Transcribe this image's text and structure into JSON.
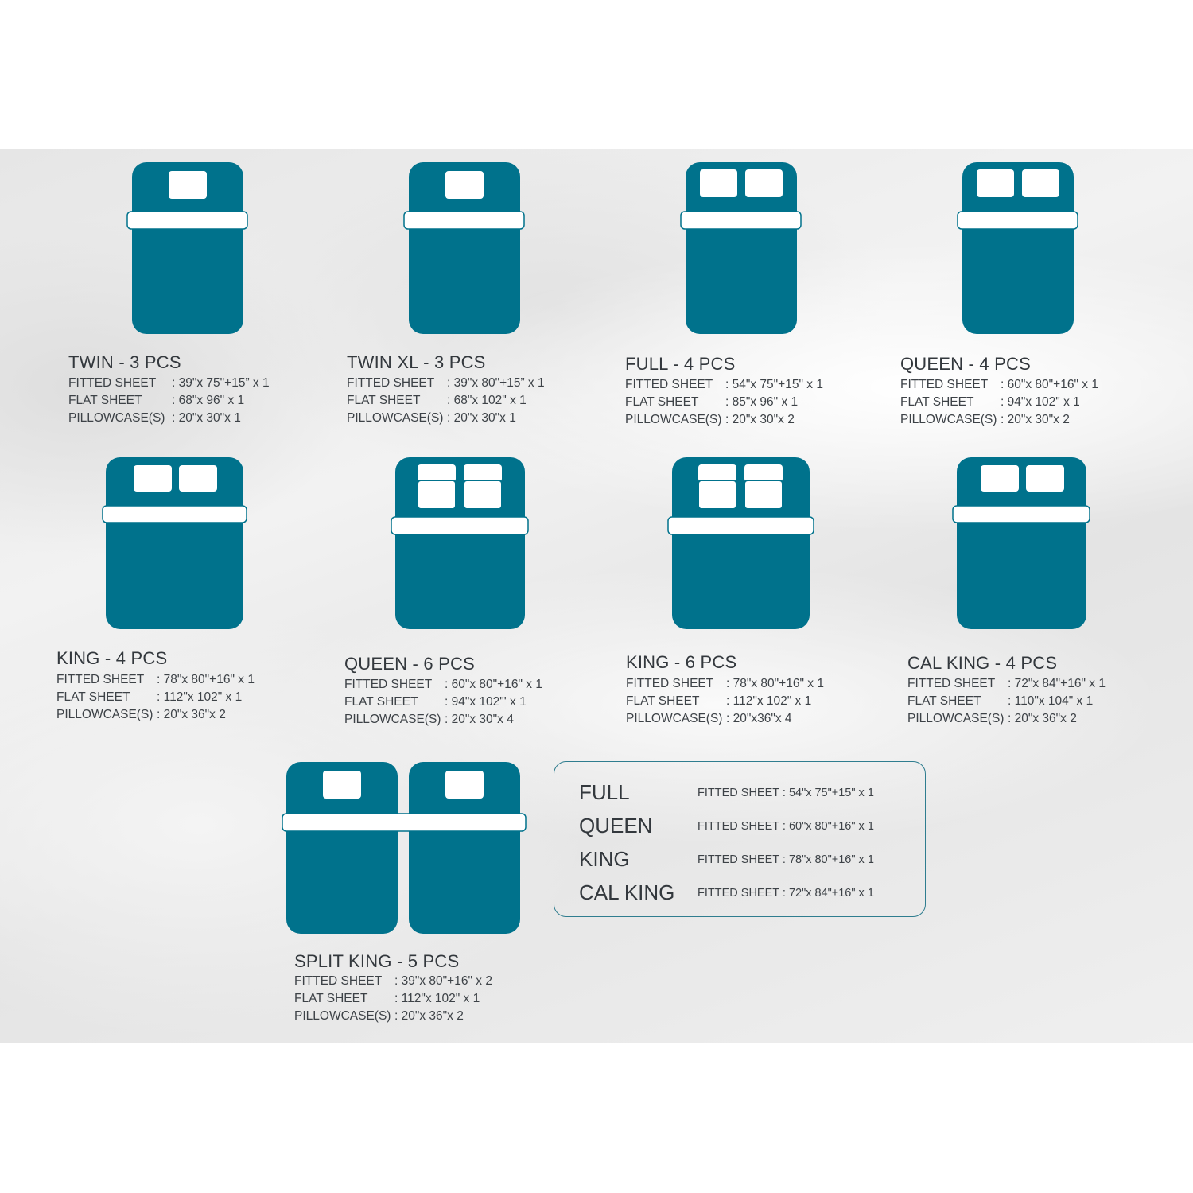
{
  "colors": {
    "bed": "#00728c",
    "accent": "#ffffff",
    "border": "#2f7d8f"
  },
  "sets": [
    {
      "id": "twin",
      "title": "TWIN - 3 PCS",
      "rows": [
        {
          "label": "FITTED SHEET",
          "value": ": 39\"x 75\"+15” x 1"
        },
        {
          "label": "FLAT SHEET",
          "value": ": 68\"x 96\" x 1"
        },
        {
          "label": "PILLOWCASE(S)",
          "value": ": 20\"x 30\"x 1"
        }
      ]
    },
    {
      "id": "twin-xl",
      "title": "TWIN XL - 3 PCS",
      "rows": [
        {
          "label": "FITTED SHEET",
          "value": ": 39\"x 80\"+15” x 1"
        },
        {
          "label": "FLAT SHEET",
          "value": ": 68\"x 102\" x 1"
        },
        {
          "label": "PILLOWCASE(S)",
          "value": ": 20\"x 30\"x 1"
        }
      ]
    },
    {
      "id": "full",
      "title": "FULL - 4 PCS",
      "rows": [
        {
          "label": "FITTED SHEET",
          "value": ": 54\"x 75\"+15\" x 1"
        },
        {
          "label": "FLAT SHEET",
          "value": ": 85\"x 96\" x 1"
        },
        {
          "label": "PILLOWCASE(S)",
          "value": ": 20\"x 30\"x 2"
        }
      ]
    },
    {
      "id": "queen",
      "title": "QUEEN - 4 PCS",
      "rows": [
        {
          "label": "FITTED SHEET",
          "value": ": 60\"x 80\"+16\" x 1"
        },
        {
          "label": "FLAT SHEET",
          "value": ": 94\"x 102\" x 1"
        },
        {
          "label": "PILLOWCASE(S)",
          "value": ": 20\"x 30\"x 2"
        }
      ]
    },
    {
      "id": "king",
      "title": "KING - 4 PCS",
      "rows": [
        {
          "label": "FITTED SHEET",
          "value": ": 78\"x 80\"+16\" x 1"
        },
        {
          "label": "FLAT SHEET",
          "value": ": 112\"x 102\" x 1"
        },
        {
          "label": "PILLOWCASE(S)",
          "value": ": 20\"x 36\"x 2"
        }
      ]
    },
    {
      "id": "queen-6",
      "title": "QUEEN - 6 PCS",
      "rows": [
        {
          "label": "FITTED SHEET",
          "value": ": 60\"x 80\"+16\" x 1"
        },
        {
          "label": "FLAT SHEET",
          "value": ": 94\"x 102\"' x 1"
        },
        {
          "label": "PILLOWCASE(S)",
          "value": ": 20\"x 30\"x 4"
        }
      ]
    },
    {
      "id": "king-6",
      "title": "KING - 6 PCS",
      "rows": [
        {
          "label": "FITTED SHEET",
          "value": ": 78\"x 80\"+16\" x 1"
        },
        {
          "label": "FLAT SHEET",
          "value": ": 112\"x 102\" x 1"
        },
        {
          "label": "PILLOWCASE(S)",
          "value": ": 20\"x36\"x 4"
        }
      ]
    },
    {
      "id": "cal-king",
      "title": "CAL KING - 4 PCS",
      "rows": [
        {
          "label": "FITTED SHEET",
          "value": ": 72\"x 84\"+16\" x 1"
        },
        {
          "label": "FLAT SHEET",
          "value": ": 110\"x 104\" x 1"
        },
        {
          "label": "PILLOWCASE(S)",
          "value": ": 20\"x 36\"x 2"
        }
      ]
    },
    {
      "id": "split-king",
      "title": "SPLIT KING - 5 PCS",
      "rows": [
        {
          "label": "FITTED SHEET",
          "value": ": 39\"x 80\"+16\" x 2"
        },
        {
          "label": "FLAT SHEET",
          "value": ":  112\"x 102\" x 1"
        },
        {
          "label": "PILLOWCASE(S)",
          "value": ": 20\"x 36\"x 2"
        }
      ]
    }
  ],
  "fitted_only": [
    {
      "name": "FULL",
      "spec": "FITTED SHEET : 54\"x 75\"+15\" x 1"
    },
    {
      "name": "QUEEN",
      "spec": "FITTED SHEET : 60\"x 80\"+16\" x 1"
    },
    {
      "name": "KING",
      "spec": "FITTED SHEET : 78\"x 80\"+16\" x 1"
    },
    {
      "name": "CAL KING",
      "spec": "FITTED SHEET : 72\"x 84\"+16\" x 1"
    }
  ]
}
